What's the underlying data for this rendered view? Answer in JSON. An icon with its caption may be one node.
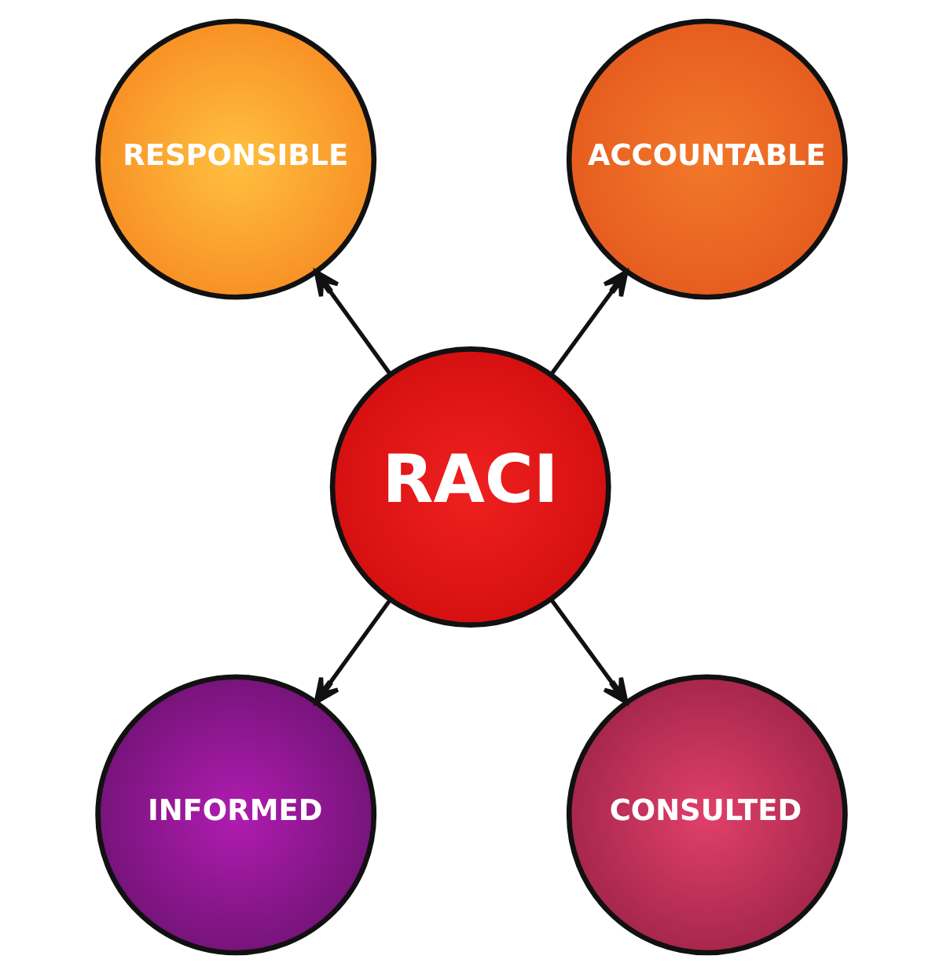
{
  "diagram": {
    "nodes": [
      {
        "text": [
          "RESPONSIBLE"
        ]
      },
      {
        "text": [
          "ACCOUNTABLE"
        ]
      },
      {
        "text": [
          "RACI"
        ]
      },
      {
        "text": [
          "INFORMED"
        ]
      },
      {
        "text": [
          "CONSULTED"
        ]
      }
    ],
    "edges": [
      {
        "from": 2,
        "to": 0,
        "arrow": "to"
      },
      {
        "from": 2,
        "to": 1,
        "arrow": "to"
      },
      {
        "from": 2,
        "to": 3,
        "arrow": "to"
      },
      {
        "from": 2,
        "to": 4,
        "arrow": "to"
      }
    ]
  }
}
